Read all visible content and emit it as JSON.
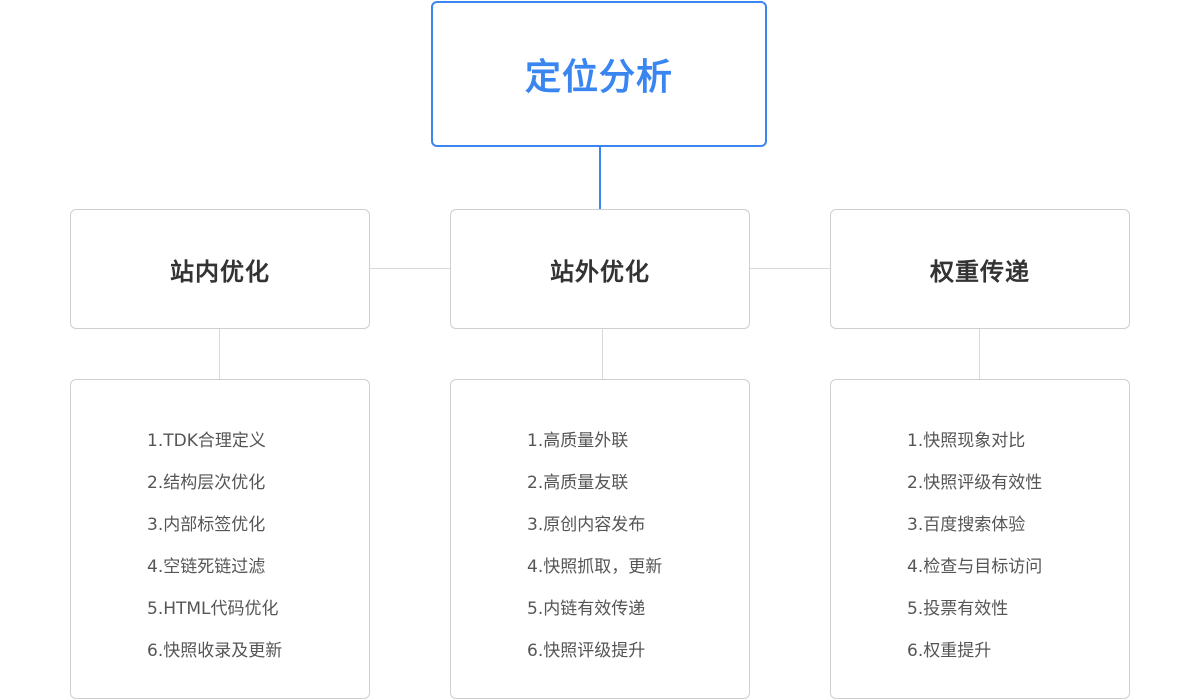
{
  "root": {
    "title": "定位分析"
  },
  "columns": [
    {
      "title": "站内优化",
      "items": [
        "1.TDK合理定义",
        "2.结构层次优化",
        "3.内部标签优化",
        "4.空链死链过滤",
        "5.HTML代码优化",
        "6.快照收录及更新"
      ]
    },
    {
      "title": "站外优化",
      "items": [
        "1.高质量外联",
        "2.高质量友联",
        "3.原创内容发布",
        "4.快照抓取，更新",
        "5.内链有效传递",
        "6.快照评级提升"
      ]
    },
    {
      "title": "权重传递",
      "items": [
        "1.快照现象对比",
        "2.快照评级有效性",
        "3.百度搜索体验",
        "4.检查与目标访问",
        "5.投票有效性",
        "6.权重提升"
      ]
    }
  ],
  "colors": {
    "accent": "#3a86f0",
    "border": "#cfcfcf",
    "connector": "#d9d9d9"
  }
}
